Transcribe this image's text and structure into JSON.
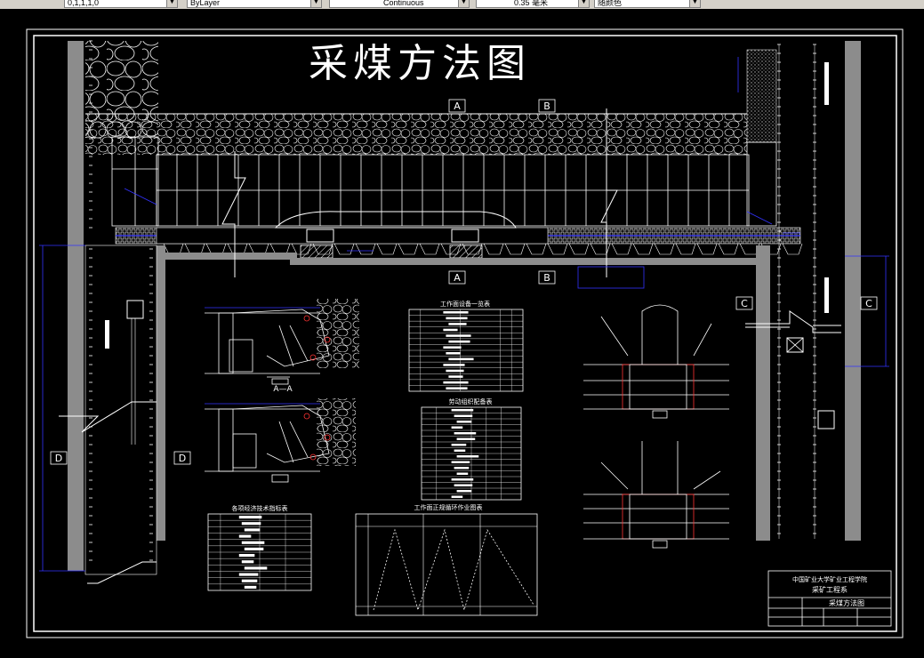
{
  "toolbar": {
    "layer_value": "0,1,1,1,0",
    "linetype_value": "ByLayer",
    "linestyle_value": "Continuous",
    "lineweight_value": "0.35 毫米",
    "plotstyle_value": "随颜色"
  },
  "drawing": {
    "title": "采煤方法图",
    "section_labels": {
      "a_top": "A",
      "b_top": "B",
      "a_bottom": "A",
      "b_bottom": "B",
      "c_left": "C",
      "c_right": "C",
      "d_left": "D",
      "d_right": "D"
    },
    "section_view_aa": "A—A",
    "tables": {
      "equipment": "工作面设备一览表",
      "labor": "劳动组织配备表",
      "tech_indicators": "各项经济技术指标表",
      "cycle": "工作面正规循环作业图表"
    },
    "title_block": {
      "school": "中国矿业大学矿业工程学院",
      "department": "采矿工程系",
      "drawing_name": "采煤方法图"
    }
  },
  "colors": {
    "background": "#000000",
    "line": "#ffffff",
    "dimension": "#3333ff",
    "marker": "#ff3333",
    "wall": "#8c8c8c",
    "toolbar": "#d4d0c8"
  }
}
